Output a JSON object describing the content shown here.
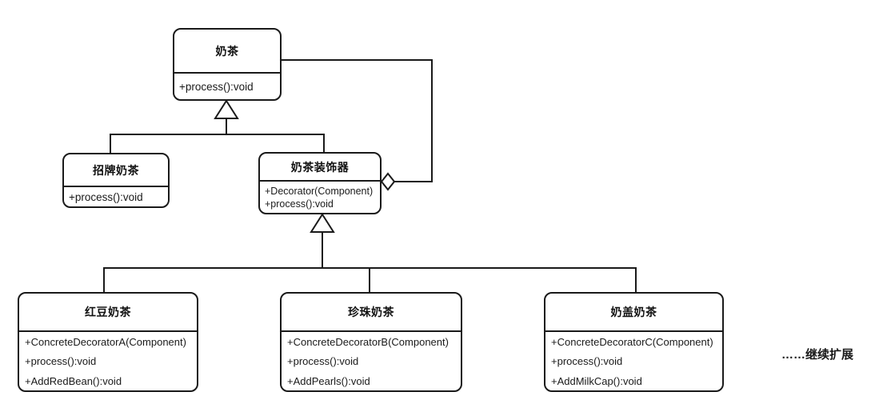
{
  "diagram": {
    "title_text": "",
    "type": "uml-class-diagram",
    "background_color": "#ffffff",
    "line_color": "#1a1a1a",
    "classes": [
      {
        "id": "component",
        "name": "奶茶",
        "members": [
          "+process():void"
        ],
        "role": "abstract-component"
      },
      {
        "id": "concrete-component",
        "name": "招牌奶茶",
        "members": [
          "+process():void"
        ],
        "role": "concrete-component"
      },
      {
        "id": "decorator",
        "name": "奶茶装饰器",
        "members": [
          "+Decorator(Component)",
          "+process():void"
        ],
        "role": "decorator"
      },
      {
        "id": "decorator-a",
        "name": "红豆奶茶",
        "members": [
          "+ConcreteDecoratorA(Component)",
          "+process():void",
          "+AddRedBean():void"
        ],
        "role": "concrete-decorator"
      },
      {
        "id": "decorator-b",
        "name": "珍珠奶茶",
        "members": [
          "+ConcreteDecoratorB(Component)",
          "+process():void",
          "+AddPearls():void"
        ],
        "role": "concrete-decorator"
      },
      {
        "id": "decorator-c",
        "name": "奶盖奶茶",
        "members": [
          "+ConcreteDecoratorC(Component)",
          "+process():void",
          "+AddMilkCap():void"
        ],
        "role": "concrete-decorator"
      }
    ],
    "relations": [
      {
        "type": "generalization",
        "from": "招牌奶茶",
        "to": "奶茶"
      },
      {
        "type": "generalization",
        "from": "奶茶装饰器",
        "to": "奶茶"
      },
      {
        "type": "aggregation",
        "from": "奶茶装饰器",
        "to": "奶茶"
      },
      {
        "type": "generalization",
        "from": "红豆奶茶",
        "to": "奶茶装饰器"
      },
      {
        "type": "generalization",
        "from": "珍珠奶茶",
        "to": "奶茶装饰器"
      },
      {
        "type": "generalization",
        "from": "奶盖奶茶",
        "to": "奶茶装饰器"
      }
    ],
    "annotations": [
      {
        "id": "extend",
        "text": "……继续扩展"
      }
    ]
  }
}
